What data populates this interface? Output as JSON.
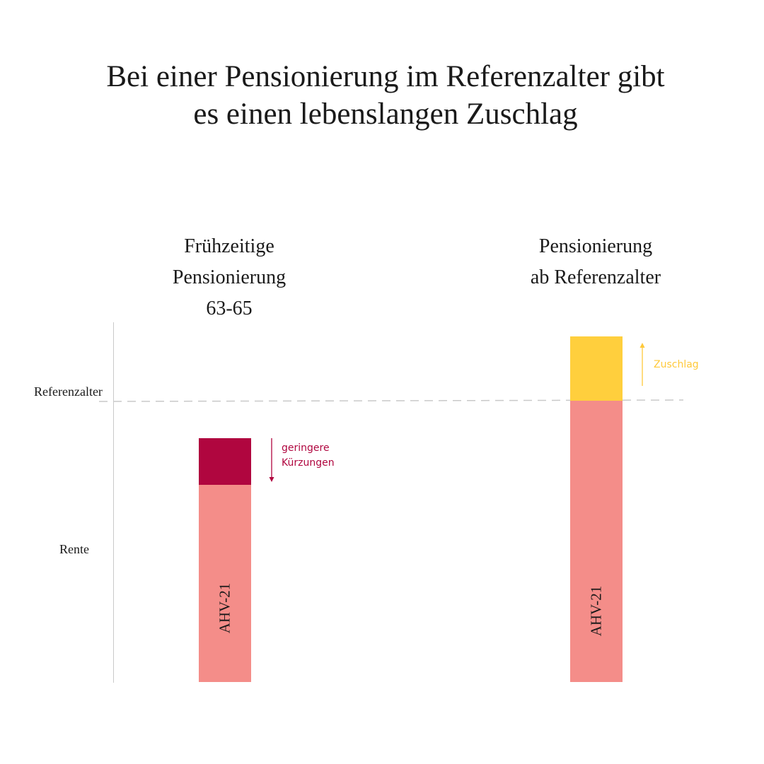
{
  "title": {
    "line1": "Bei einer Pensionierung im Referenzalter gibt",
    "line2": "es einen lebenslangen Zuschlag"
  },
  "columns": {
    "left": {
      "line1": "Frühzeitige",
      "line2": "Pensionierung",
      "line3": "63-65"
    },
    "right": {
      "line1": "Pensionierung",
      "line2": "ab Referenzalter"
    }
  },
  "axis": {
    "reference_label": "Referenzalter",
    "pension_label": "Rente"
  },
  "bars": {
    "left": {
      "base_label": "AHV-21",
      "reduction_label_line1": "geringere",
      "reduction_label_line2": "Kürzungen"
    },
    "right": {
      "base_label": "AHV-21",
      "supplement_label": "Zuschlag"
    }
  },
  "colors": {
    "base": "#f48d89",
    "reduction": "#b0063f",
    "supplement": "#ffcf3d",
    "reference_line": "#c9c9c9",
    "axis": "#c9c9c9"
  }
}
